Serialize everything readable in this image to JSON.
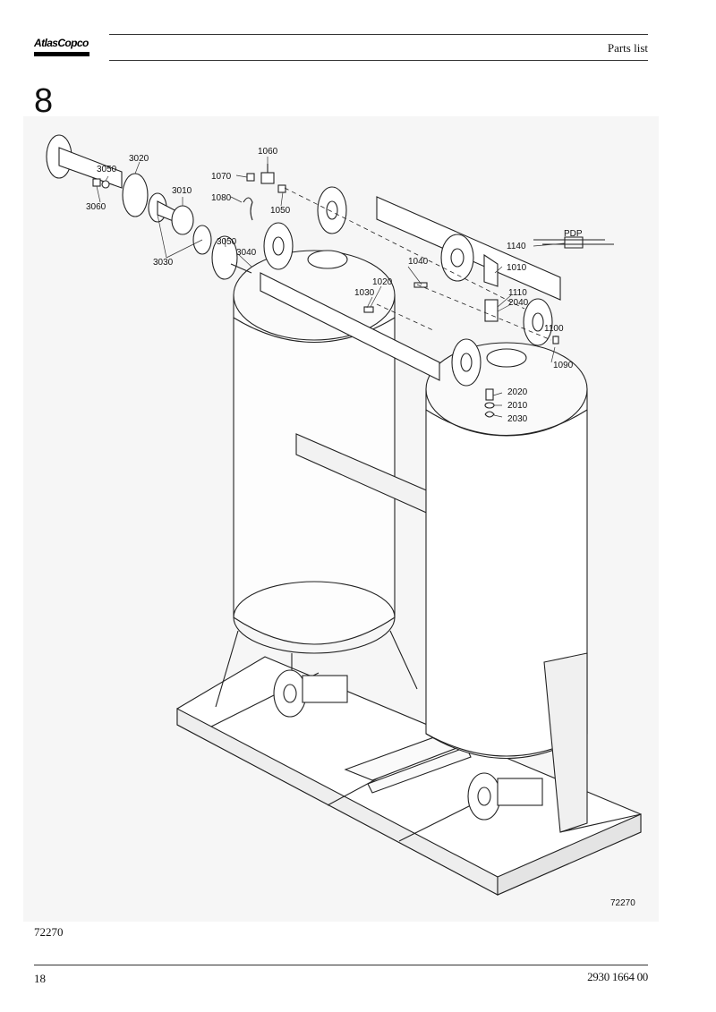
{
  "header": {
    "logo_text": "AtlasCopco",
    "section_title": "Parts list"
  },
  "section_number": "8",
  "figure": {
    "code": "72270",
    "callouts": {
      "c1060": "1060",
      "c1070": "1070",
      "c1080": "1080",
      "c1050": "1050",
      "c3050a": "3050",
      "c3020": "3020",
      "c3010": "3010",
      "c3060": "3060",
      "c3030": "3030",
      "c3050b": "3050",
      "c3040": "3040",
      "c1040": "1040",
      "c1020": "1020",
      "c1030": "1030",
      "c1140": "1140",
      "pdp": "PDP",
      "c1010": "1010",
      "c1110": "1110",
      "c2040": "2040",
      "c1100": "1100",
      "c1090": "1090",
      "c2020": "2020",
      "c2010": "2010",
      "c2030": "2030"
    }
  },
  "figure_reference": "72270",
  "footer": {
    "page_number": "18",
    "document_number": "2930 1664 00"
  }
}
